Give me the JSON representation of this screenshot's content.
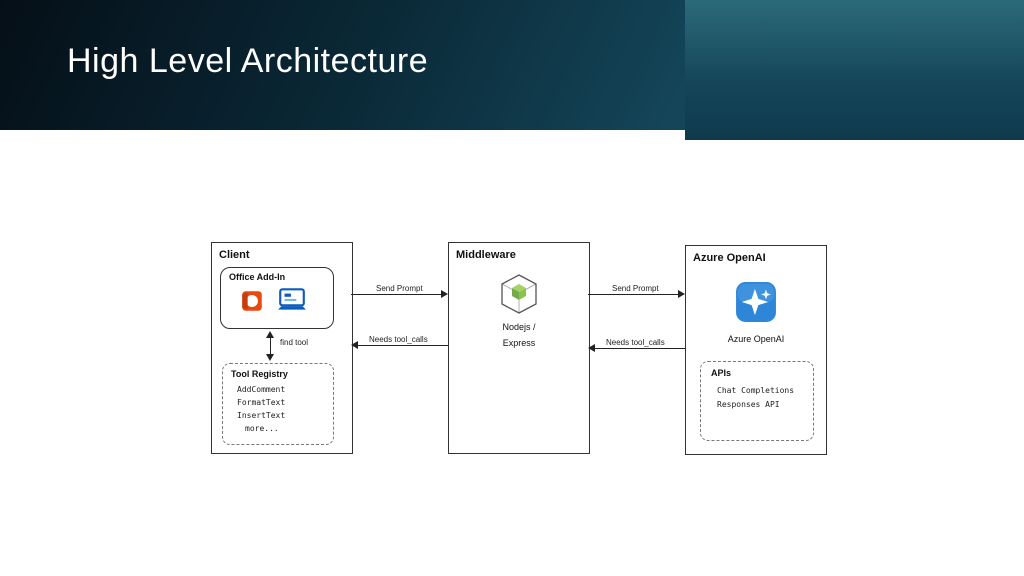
{
  "slide": {
    "title": "High Level Architecture"
  },
  "diagram": {
    "client": {
      "title": "Client",
      "office_addin_label": "Office Add-In",
      "find_tool_label": "find tool",
      "tool_registry": {
        "title": "Tool Registry",
        "items": [
          "AddComment",
          "FormatText",
          "InsertText",
          "more..."
        ]
      }
    },
    "middleware": {
      "title": "Middleware",
      "runtime_line1": "Nodejs /",
      "runtime_line2": "Express"
    },
    "azure_openai": {
      "title": "Azure OpenAI",
      "icon_caption": "Azure OpenAI",
      "apis": {
        "title": "APIs",
        "items": [
          "Chat Completions",
          "Responses API"
        ]
      }
    },
    "arrows": [
      {
        "label": "Send Prompt",
        "direction": "right"
      },
      {
        "label": "Needs tool_calls",
        "direction": "left"
      },
      {
        "label": "Send Prompt",
        "direction": "right"
      },
      {
        "label": "Needs tool_calls",
        "direction": "left"
      }
    ]
  },
  "colors": {
    "header_dark": "#050f17",
    "header_teal": "#24606f",
    "office_orange": "#e8490f",
    "laptop_blue": "#0a5dbd",
    "node_green": "#8bc34a",
    "azure_blue": "#2e86d8"
  }
}
